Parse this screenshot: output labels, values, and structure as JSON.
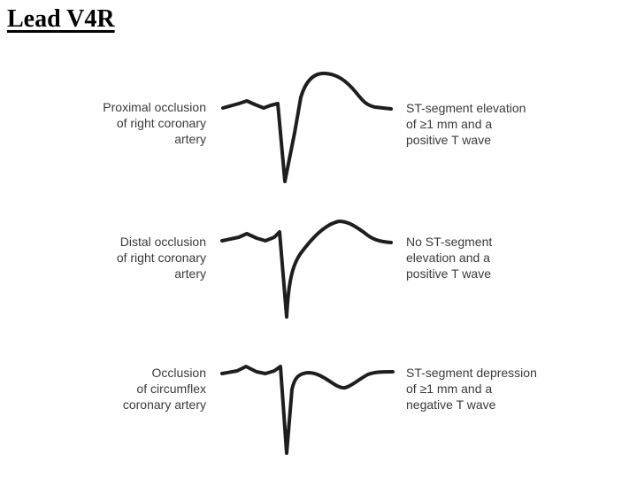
{
  "title": "Lead V4R",
  "rows": [
    {
      "occlusion_site": [
        "Proximal occlusion",
        "of right coronary",
        "artery"
      ],
      "finding": [
        "ST-segment elevation",
        "of ≥1 mm and a",
        "positive T wave"
      ],
      "waveform": "ecg-st-elevation-positive-t"
    },
    {
      "occlusion_site": [
        "Distal occlusion",
        "of right coronary",
        "artery"
      ],
      "finding": [
        "No ST-segment",
        "elevation and a",
        "positive T wave"
      ],
      "waveform": "ecg-no-st-elevation-positive-t"
    },
    {
      "occlusion_site": [
        "Occlusion",
        "of circumflex",
        "coronary artery"
      ],
      "finding": [
        "ST-segment depression",
        "of ≥1 mm and a",
        "negative T wave"
      ],
      "waveform": "ecg-st-depression-negative-t"
    }
  ]
}
